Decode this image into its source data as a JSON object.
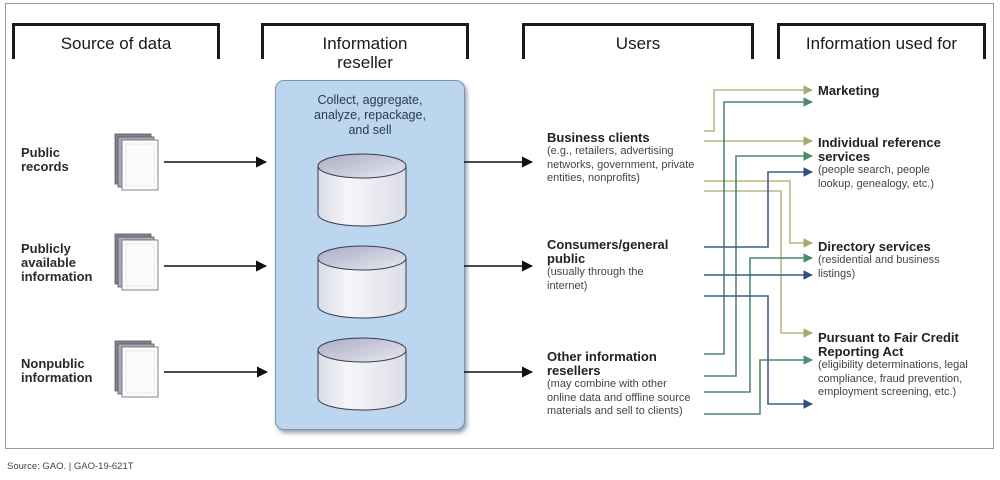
{
  "headers": {
    "source_of_data": "Source of data",
    "information_reseller": "Information reseller",
    "users": "Users",
    "information_used_for": "Information used for"
  },
  "sources": [
    {
      "label": "Public\nrecords",
      "icon": "document-stack-icon"
    },
    {
      "label": "Publicly\navailable\ninformation",
      "icon": "document-stack-icon"
    },
    {
      "label": "Nonpublic\ninformation",
      "icon": "document-stack-icon"
    }
  ],
  "reseller": {
    "description": "Collect, aggregate,\nanalyze, repackage,\nand sell",
    "databases": [
      "database-icon",
      "database-icon",
      "database-icon"
    ],
    "box_color": "#bcd6ef"
  },
  "users": [
    {
      "title": "Business clients",
      "detail": "(e.g., retailers, advertising networks, government, private entities, nonprofits)"
    },
    {
      "title": "Consumers/general public",
      "detail": "(usually through the internet)"
    },
    {
      "title": "Other information resellers",
      "detail": "(may combine with other online data and offline source materials and sell to clients)"
    }
  ],
  "uses": [
    {
      "title": "Marketing",
      "detail": ""
    },
    {
      "title": "Individual reference services",
      "detail": "(people search, people lookup, genealogy, etc.)"
    },
    {
      "title": "Directory services",
      "detail": "(residential and business listings)"
    },
    {
      "title": "Pursuant to Fair Credit Reporting Act",
      "detail": "(eligibility determinations, legal compliance, fraud prevention, employment screening, etc.)"
    }
  ],
  "connector_colors": {
    "business_clients": "#b8b98a",
    "consumers": "#3f5f86",
    "other_resellers": "#4f8a6a"
  },
  "footer": {
    "source": "Source: GAO.  |  GAO-19-621T"
  }
}
